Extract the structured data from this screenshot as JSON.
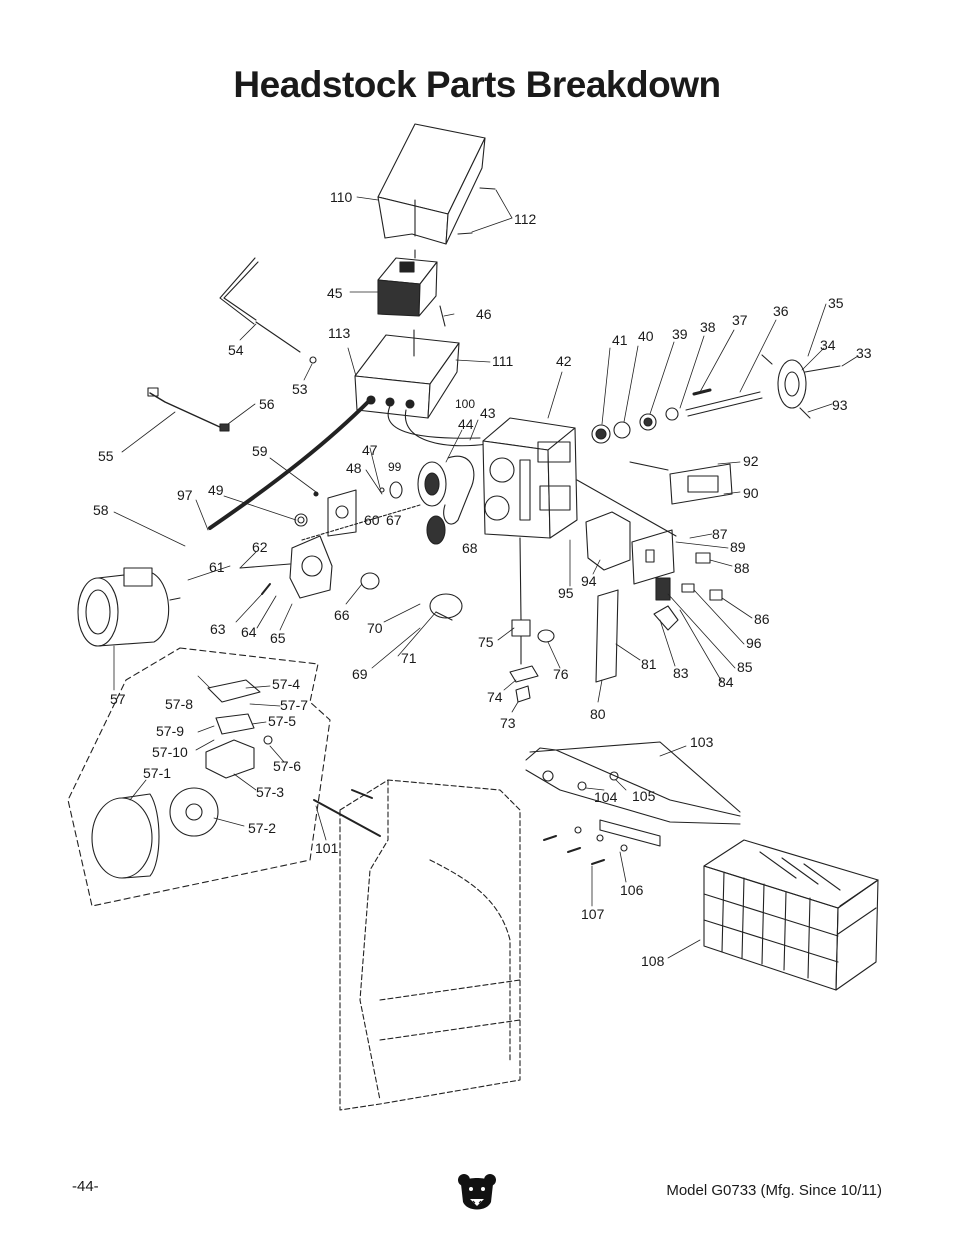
{
  "title": "Headstock Parts Breakdown",
  "footer": {
    "page_number": "-44-",
    "model": "Model G0733 (Mfg. Since 10/11)"
  },
  "logo_icon": "grizzly-bear-logo-icon",
  "callouts": [
    "110",
    "112",
    "45",
    "46",
    "113",
    "111",
    "54",
    "53",
    "55",
    "56",
    "42",
    "41",
    "40",
    "39",
    "38",
    "37",
    "36",
    "35",
    "34",
    "33",
    "93",
    "100",
    "43",
    "44",
    "99",
    "47",
    "48",
    "59",
    "49",
    "97",
    "58",
    "60",
    "67",
    "68",
    "62",
    "61",
    "66",
    "65",
    "64",
    "63",
    "57",
    "92",
    "90",
    "87",
    "89",
    "88",
    "94",
    "95",
    "86",
    "96",
    "85",
    "84",
    "83",
    "81",
    "80",
    "70",
    "71",
    "69",
    "75",
    "76",
    "74",
    "73",
    "57-8",
    "57-4",
    "57-7",
    "57-5",
    "57-9",
    "57-10",
    "57-6",
    "57-1",
    "57-3",
    "57-2",
    "101",
    "103",
    "104",
    "105",
    "106",
    "107",
    "108"
  ]
}
